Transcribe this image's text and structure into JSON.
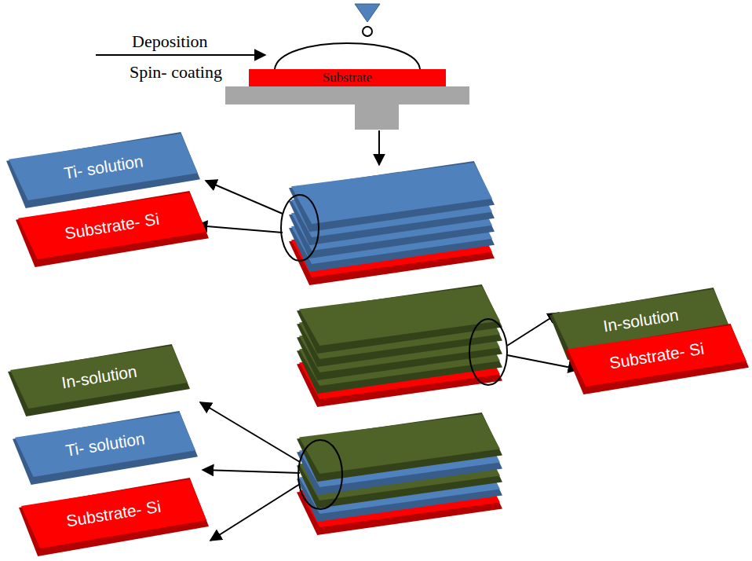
{
  "diagram": {
    "nodes": [
      {
        "text": [
          "Substrate"
        ]
      },
      {
        "text": [
          "Ti- solution"
        ]
      },
      {
        "text": [
          "Substrate- Si"
        ]
      },
      {
        "text": [
          "In-solution"
        ]
      },
      {
        "text": [
          "Substrate- Si"
        ]
      },
      {
        "text": [
          "In-solution"
        ]
      },
      {
        "text": [
          "Ti- solution"
        ]
      },
      {
        "text": [
          "Substrate- Si"
        ]
      }
    ],
    "labels": [
      "Deposition",
      "Spin- coating"
    ]
  }
}
